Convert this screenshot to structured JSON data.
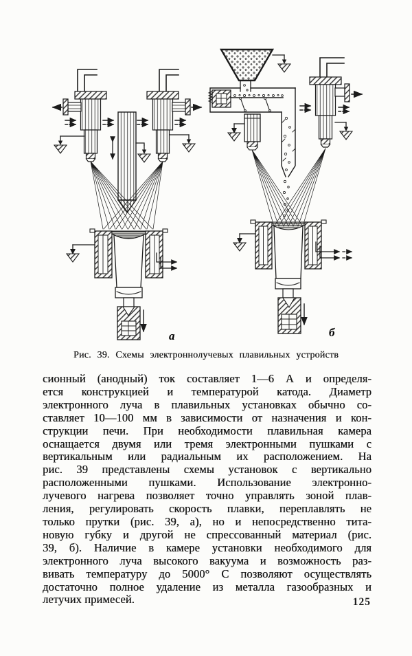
{
  "page": {
    "number": "125",
    "figure": {
      "caption": "Рис. 39. Схемы электроннолучевых плавильных устройств",
      "labels": {
        "left_scheme": "а",
        "right_scheme": "б"
      }
    },
    "body_lines": [
      "сионный (анодный) ток составляет 1—6 А и определя-",
      "ется конструкцией и температурой катода. Диаметр",
      "электронного луча в плавильных установках обычно со-",
      "ставляет 10—100 мм в зависимости от назначения и кон-",
      "струкции печи. При необходимости плавильная камера",
      "оснащается двумя или тремя электронными пушками с",
      "вертикальным или радиальным их расположением. На",
      "рис. 39 представлены схемы установок с вертикально",
      "расположенными пушками. Использование электронно-",
      "лучевого нагрева позволяет точно управлять зоной плав-",
      "ления, регулировать скорость плавки, переплавлять не",
      "только прутки (рис. 39, а), но и непосредственно тита-",
      "новую губку и другой не спрессованный материал (рис.",
      "39, б). Наличие в камере установки необходимого для",
      "электронного луча высокого вакуума и возможность раз-",
      "вивать температуру до 5000° С позволяют осуществлять",
      "достаточно полное удаление из металла газообразных и",
      "летучих примесей."
    ]
  }
}
